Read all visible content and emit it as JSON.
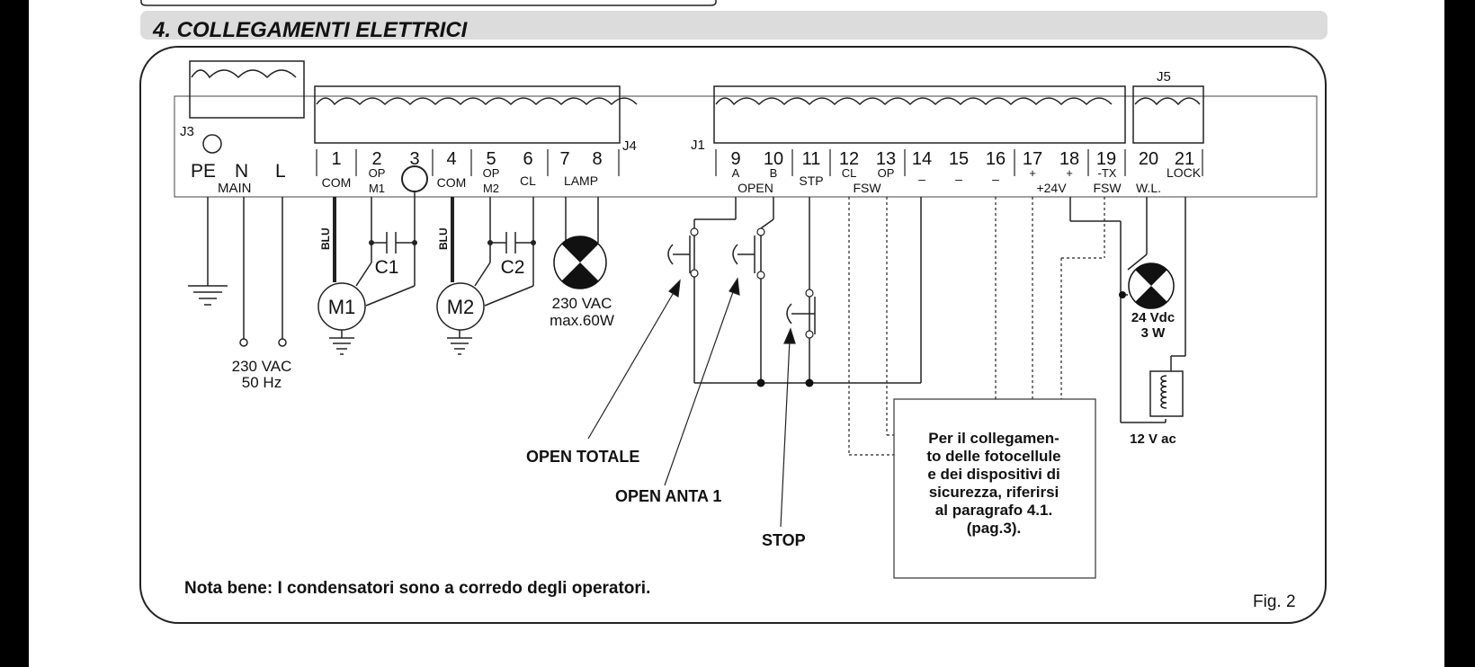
{
  "section": {
    "title": "4. COLLEGAMENTI ELETTRICI"
  },
  "connectors": {
    "j1": "J1",
    "j3": "J3",
    "j4": "J4",
    "j5": "J5",
    "main": "MAIN",
    "pe": "PE",
    "n": "N",
    "l": "L"
  },
  "terminals": [
    {
      "num": "1",
      "label": "COM"
    },
    {
      "num": "2",
      "label": "OP M1"
    },
    {
      "num": "3",
      "label": ""
    },
    {
      "num": "4",
      "label": "COM"
    },
    {
      "num": "5",
      "label": "OP M2"
    },
    {
      "num": "6",
      "label": "CL"
    },
    {
      "num": "7",
      "label": ""
    },
    {
      "num": "8",
      "label": ""
    },
    {
      "num": "9",
      "label": "A"
    },
    {
      "num": "10",
      "label": "B"
    },
    {
      "num": "11",
      "label": "STP"
    },
    {
      "num": "12",
      "label": "CL"
    },
    {
      "num": "13",
      "label": "OP"
    },
    {
      "num": "14",
      "label": "–"
    },
    {
      "num": "15",
      "label": "–"
    },
    {
      "num": "16",
      "label": "–"
    },
    {
      "num": "17",
      "label": "+"
    },
    {
      "num": "18",
      "label": "+"
    },
    {
      "num": "19",
      "label": "-TX"
    },
    {
      "num": "20",
      "label": "W.L."
    },
    {
      "num": "21",
      "label": "LOCK"
    }
  ],
  "groups": {
    "lamp": "LAMP",
    "open": "OPEN",
    "fsw": "FSW",
    "plus24v": "+24V",
    "fsw2": "FSW"
  },
  "components": {
    "m1": "M1",
    "m2": "M2",
    "c1": "C1",
    "c2": "C2",
    "blu1": "BLU",
    "blu2": "BLU",
    "supply_voltage": "230 VAC",
    "supply_freq": "50 Hz",
    "lamp_voltage": "230 VAC",
    "lamp_power": "max.60W",
    "warn_voltage": "24 Vdc",
    "warn_power": "3 W",
    "lock_voltage": "12 V ac"
  },
  "callouts": {
    "open_totale": "OPEN TOTALE",
    "open_anta": "OPEN ANTA 1",
    "stop": "STOP"
  },
  "notebox": {
    "lines": [
      "Per il collegamen-",
      "to delle fotocellule",
      "e dei dispositivi di",
      "sicurezza, riferirsi",
      "al paragrafo 4.1.",
      "(pag.3)."
    ]
  },
  "footnote": "Nota bene: I condensatori sono a corredo degli operatori.",
  "figure": "Fig. 2"
}
